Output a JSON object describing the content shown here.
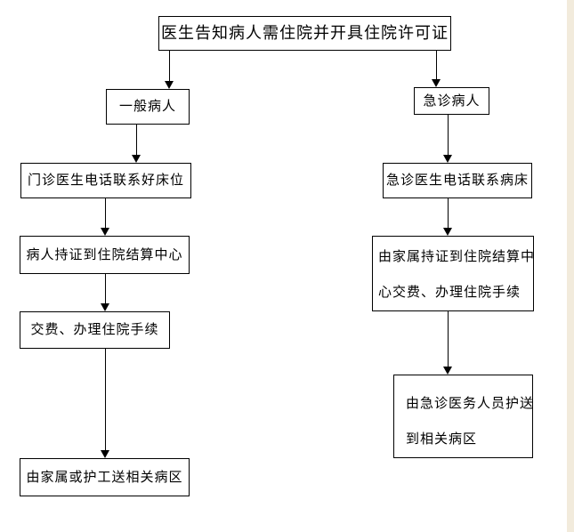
{
  "flowchart": {
    "type": "flowchart",
    "topic": "hospital-admission-process",
    "nodes": {
      "start": {
        "label": "医生告知病人需住院并开具住院许可证"
      },
      "general": {
        "label": "一般病人"
      },
      "emergency": {
        "label": "急诊病人"
      },
      "outpatient": {
        "label": "门诊医生电话联系好床位"
      },
      "patient_cert": {
        "label": "病人持证到住院结算中心"
      },
      "pay": {
        "label": "交费、办理住院手续"
      },
      "escort_left": {
        "label": "由家属或护工送相关病区"
      },
      "er_call": {
        "label": "急诊医生电话联系病床"
      },
      "family_cert": {
        "lines": [
          "由家属持证到住院结算中",
          "心交费、办理住院手续"
        ]
      },
      "er_escort": {
        "lines": [
          "由急诊医务人员护送",
          "到相关病区"
        ]
      }
    },
    "edges": [
      {
        "from": "start",
        "to": "general"
      },
      {
        "from": "start",
        "to": "emergency"
      },
      {
        "from": "general",
        "to": "outpatient"
      },
      {
        "from": "outpatient",
        "to": "patient_cert"
      },
      {
        "from": "patient_cert",
        "to": "pay"
      },
      {
        "from": "pay",
        "to": "escort_left"
      },
      {
        "from": "emergency",
        "to": "er_call"
      },
      {
        "from": "er_call",
        "to": "family_cert"
      },
      {
        "from": "family_cert",
        "to": "er_escort"
      }
    ]
  },
  "colors": {
    "line": "#000000",
    "box_background": "#ffffff",
    "page_background": "#ffffff",
    "right_edge_strip": "#f2ebdc"
  }
}
